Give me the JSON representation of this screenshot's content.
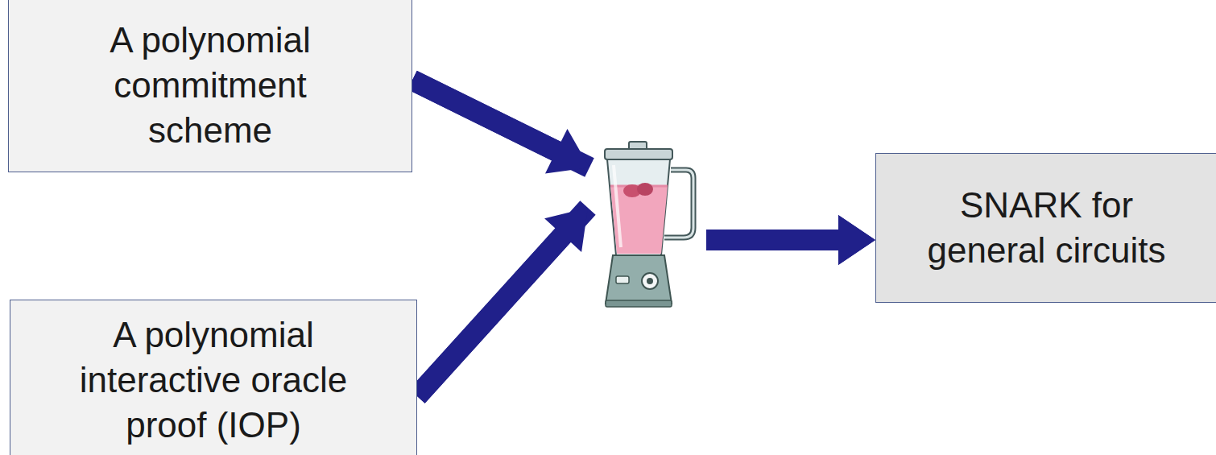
{
  "diagram": {
    "nodes": [
      {
        "text": [
          "A polynomial commitment scheme"
        ]
      },
      {
        "text": [
          "A polynomial interactive oracle proof (IOP)"
        ]
      },
      {
        "text": [
          "SNARK for general circuits"
        ]
      }
    ],
    "edges": [
      {
        "from": 0,
        "to": 2,
        "arrow": "to"
      },
      {
        "from": 1,
        "to": 2,
        "arrow": "to"
      }
    ]
  }
}
